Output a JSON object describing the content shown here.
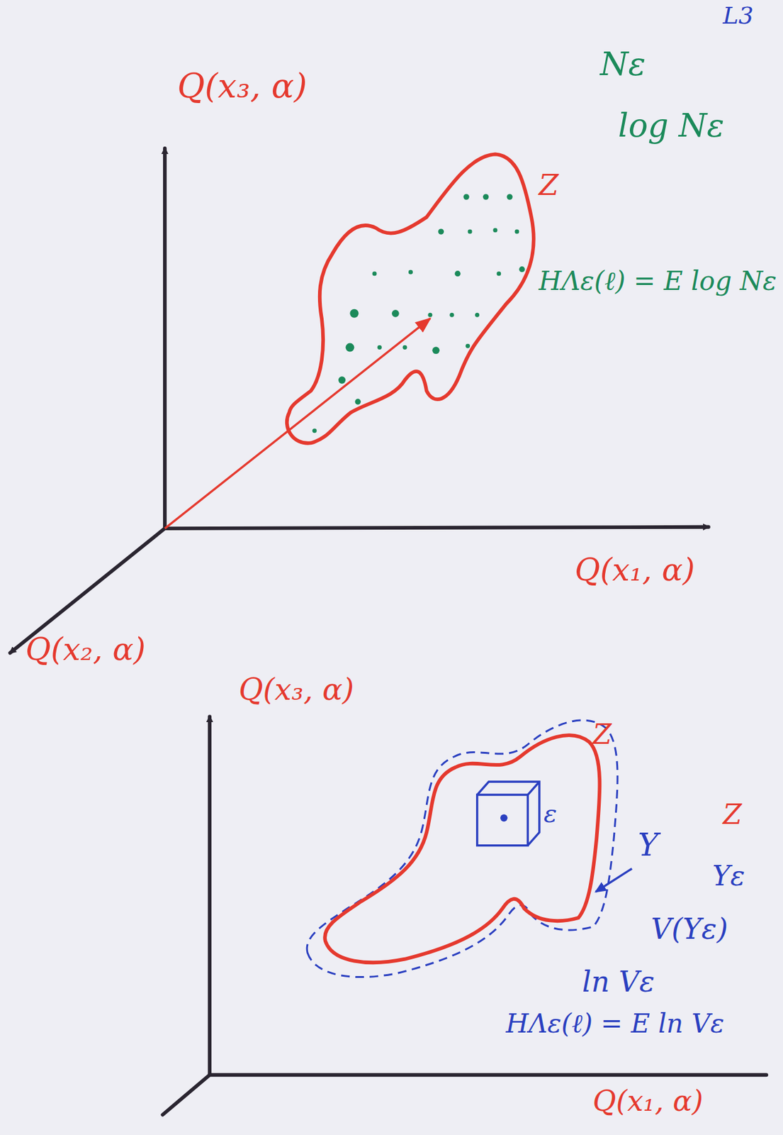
{
  "diagram": {
    "labels": [
      "L3",
      "Nε",
      "log Nε",
      "Q(x₃, α)",
      "Z",
      "HΛε(ℓ) = E log Nε",
      "Q(x₁, α)",
      "Q(x₂, α)",
      "Q(x₃, α)",
      "Z",
      "ε",
      "Y",
      "Z",
      "Yε",
      "V(Yε)",
      "ln Vε",
      "HΛε(ℓ) = E ln Vε",
      "Q(x₁, α)"
    ]
  }
}
